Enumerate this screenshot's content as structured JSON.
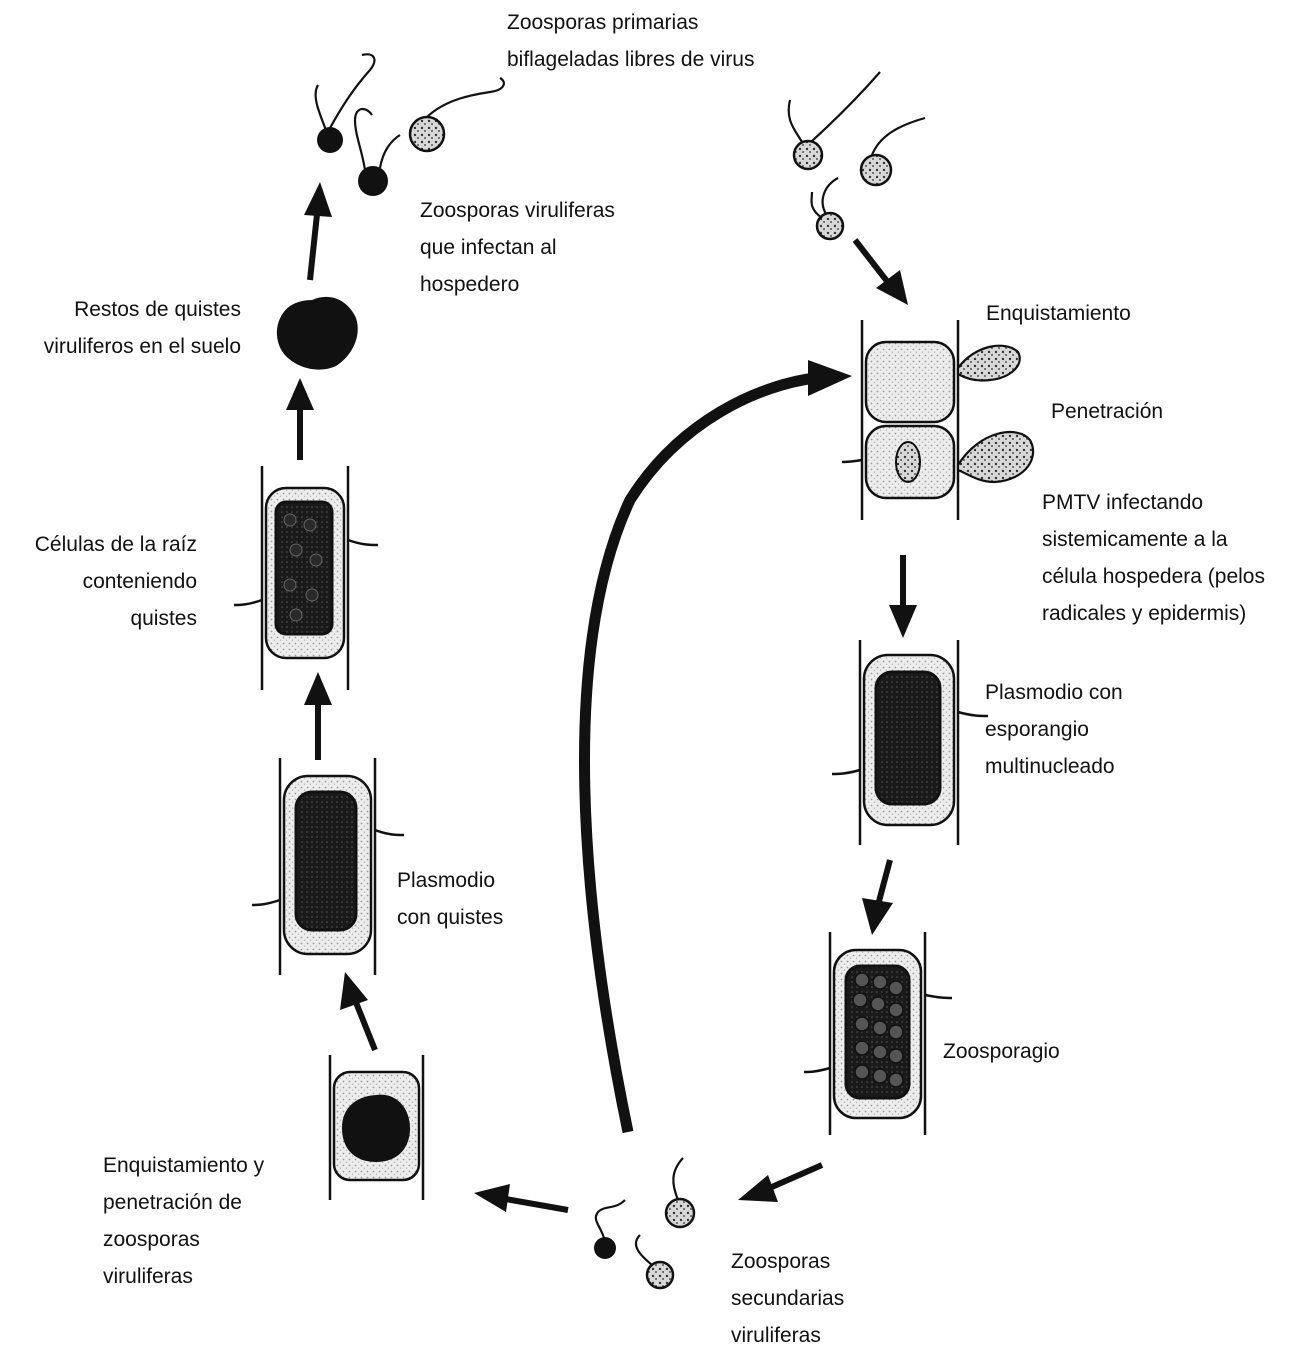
{
  "diagram": {
    "labels": {
      "primary_zoospores": [
        "Zoosporas primarias",
        "biflageladas libres de virus"
      ],
      "viruliferous_zoospores_infect": [
        "Zoosporas viruliferas",
        "que infectan al",
        "hospedero"
      ],
      "cyst_remains": [
        "Restos de quistes",
        "viruliferos en el suelo"
      ],
      "encystment": [
        "Enquistamiento"
      ],
      "penetration": [
        "Penetración"
      ],
      "pmtv_infecting": [
        "PMTV infectando",
        "sistemicamente a la",
        "célula hospedera (pelos",
        "radicales y epidermis)"
      ],
      "root_cells_cysts": [
        "Células de la raíz",
        "conteniendo",
        "quistes"
      ],
      "plasmodium_sporangium": [
        "Plasmodio con",
        "esporangio",
        "multinucleado"
      ],
      "plasmodium_cysts": [
        "Plasmodio",
        "con quistes"
      ],
      "zoosporangium": [
        "Zoosporagio"
      ],
      "encystment_penetration": [
        "Enquistamiento y",
        "penetración de",
        "zoosporas",
        "viruliferas"
      ],
      "secondary_zoospores": [
        "Zoosporas",
        "secundarias",
        "viruliferas"
      ]
    },
    "colors": {
      "ink": "#111111",
      "stipple": "#c9c9c9",
      "light_fill": "#e4e4e4",
      "dark_fill": "#1a1a1a"
    }
  }
}
